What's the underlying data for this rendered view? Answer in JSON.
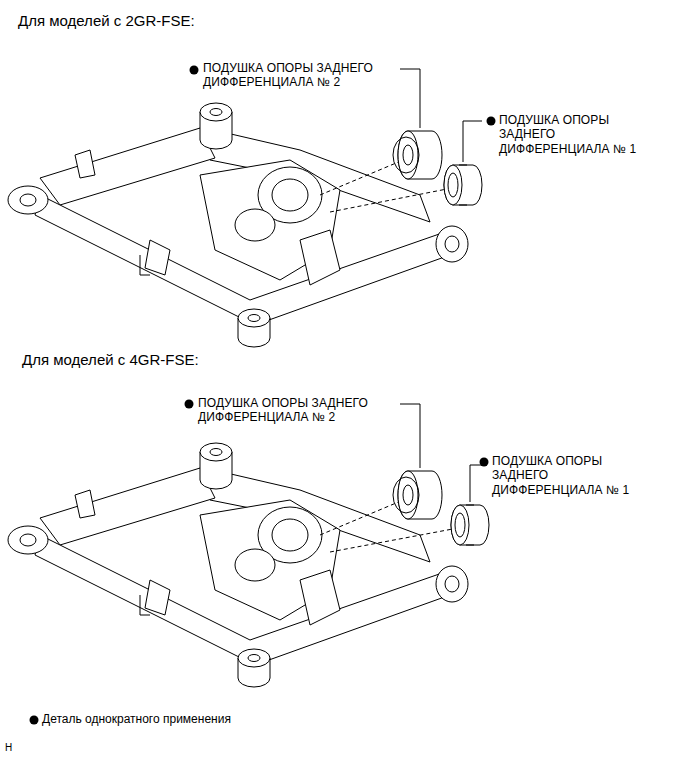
{
  "diagram": {
    "labels": [
      "Для моделей с 2GR-FSE:",
      "ПОДУШКА ОПОРЫ ЗАДНЕГО ДИФФЕРЕНЦИАЛА № 2",
      "ПОДУШКА ОПОРЫ ЗАДНЕГО ДИФФЕРЕНЦИАЛА № 1",
      "Для моделей с 4GR-FSE:",
      "ПОДУШКА ОПОРЫ ЗАДНЕГО ДИФФЕРЕНЦИАЛА № 2",
      "ПОДУШКА ОПОРЫ ЗАДНЕГО ДИФФЕРЕНЦИАЛА № 1",
      "H"
    ],
    "legend": [
      {
        "text": "Деталь однократного применения"
      }
    ]
  }
}
